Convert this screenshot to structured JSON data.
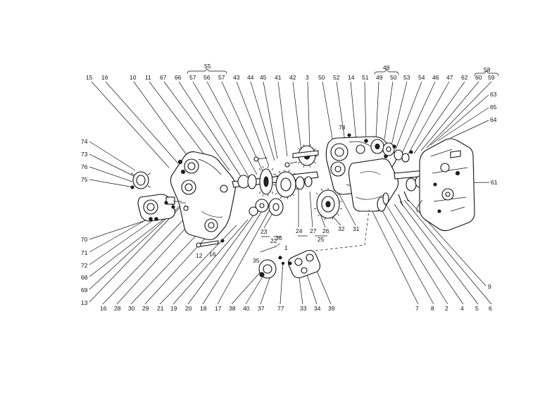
{
  "callouts": {
    "top": [
      "15",
      "16",
      "10",
      "11",
      "67",
      "66",
      "57",
      "56",
      "57",
      "43",
      "44",
      "45",
      "41",
      "42",
      "3",
      "50",
      "52",
      "14",
      "51",
      "49",
      "50",
      "53",
      "54",
      "46",
      "47",
      "62",
      "60",
      "59"
    ],
    "group_top": [
      "55",
      "48",
      "58"
    ],
    "right_top": [
      "63",
      "65",
      "64"
    ],
    "right": [
      "61",
      "9"
    ],
    "left": [
      "74",
      "73",
      "76",
      "75",
      "70",
      "71",
      "72",
      "68",
      "69",
      "13"
    ],
    "bottom": [
      "16",
      "28",
      "30",
      "29",
      "21",
      "19",
      "20",
      "18",
      "17",
      "38",
      "40",
      "37",
      "77",
      "33",
      "34",
      "39",
      "7",
      "8",
      "2",
      "4",
      "5",
      "6"
    ],
    "inner": [
      "78",
      "23",
      "24",
      "27",
      "26",
      "22",
      "25",
      "32",
      "31",
      "12",
      "16",
      "36",
      "35",
      "1"
    ]
  }
}
